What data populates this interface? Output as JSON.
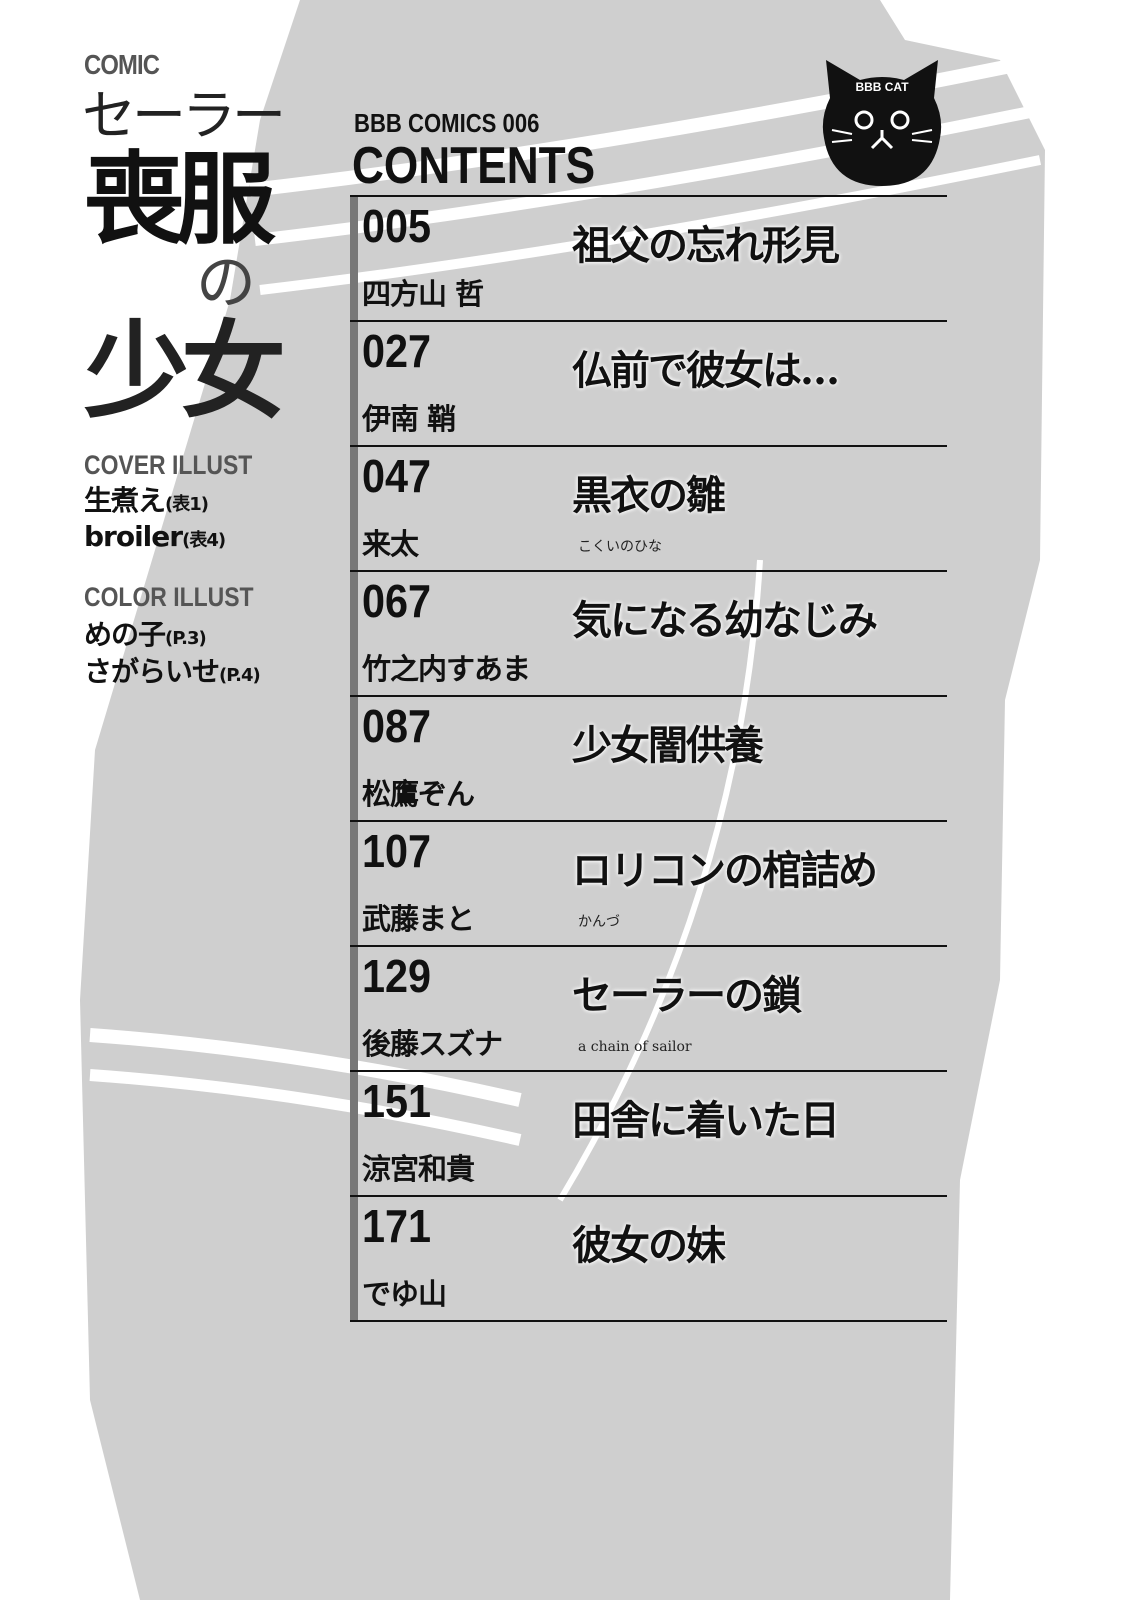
{
  "book": {
    "label": "COMIC",
    "title_line1": "セーラー",
    "title_line2": "喪服",
    "title_no": "の",
    "title_line3": "少女"
  },
  "credits": {
    "cover_heading": "COVER ILLUST",
    "cover": [
      {
        "name": "生煮え",
        "note": "(表1)"
      },
      {
        "name": "broiler",
        "note": "(表4)"
      }
    ],
    "color_heading": "COLOR ILLUST",
    "color": [
      {
        "name": "めの子",
        "note": "(P.3)"
      },
      {
        "name": "さがらいせ",
        "note": "(P.4)"
      }
    ]
  },
  "header": {
    "series": "BBB COMICS 006",
    "contents": "CONTENTS",
    "logo_text": "BBB CAT"
  },
  "toc": [
    {
      "page": "005",
      "author": "四方山 哲",
      "title": "祖父の忘れ形見"
    },
    {
      "page": "027",
      "author": "伊南 鞘",
      "title": "仏前で彼女は…"
    },
    {
      "page": "047",
      "author": "来太",
      "title": "黒衣の雛",
      "subtitle": "こくいのひな"
    },
    {
      "page": "067",
      "author": "竹之内すあま",
      "title": "気になる幼なじみ"
    },
    {
      "page": "087",
      "author": "松鷹ぞん",
      "title": "少女闇供養"
    },
    {
      "page": "107",
      "author": "武藤まと",
      "title": "ロリコンの棺詰め",
      "subtitle": "かんづ"
    },
    {
      "page": "129",
      "author": "後藤スズナ",
      "title": "セーラーの鎖",
      "subtitle": "a chain of sailor"
    },
    {
      "page": "151",
      "author": "涼宮和貴",
      "title": "田舎に着いた日"
    },
    {
      "page": "171",
      "author": "でゆ山",
      "title": "彼女の妹"
    }
  ]
}
